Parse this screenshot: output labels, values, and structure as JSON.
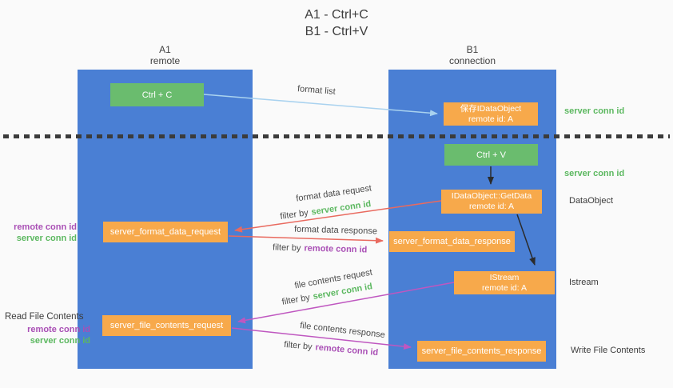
{
  "title": {
    "line1": "A1 - Ctrl+C",
    "line2": "B1 - Ctrl+V"
  },
  "lanes": {
    "a1": {
      "name": "A1",
      "role": "remote"
    },
    "b1": {
      "name": "B1",
      "role": "connection"
    }
  },
  "nodes": {
    "ctrl_c": {
      "label": "Ctrl + C"
    },
    "ctrl_v": {
      "label": "Ctrl + V"
    },
    "save_idataobject": {
      "line1": "保存IDataObject",
      "line2": "remote id: A"
    },
    "getdata": {
      "line1": "IDataObject::GetData",
      "line2": "remote id: A"
    },
    "istream": {
      "line1": "IStream",
      "line2": "remote id: A"
    },
    "format_request": {
      "label": "server_format_data_request"
    },
    "format_response": {
      "label": "server_format_data_response"
    },
    "file_request": {
      "label": "server_file_contents_request"
    },
    "file_response": {
      "label": "server_file_contents_response"
    }
  },
  "arrow_labels": {
    "format_list": "format list",
    "format_data_request": "format data request",
    "format_data_request_filter": {
      "prefix": "filter by",
      "key": "server conn id"
    },
    "format_data_response": "format data response",
    "format_data_response_filter": {
      "prefix": "filter by",
      "key": "remote conn id"
    },
    "file_contents_request": "file contents request",
    "file_contents_request_filter": {
      "prefix": "filter by",
      "key": "server conn id"
    },
    "file_contents_response": "file contents response",
    "file_contents_response_filter": {
      "prefix": "filter by",
      "key": "remote conn id"
    }
  },
  "side_labels": {
    "server_conn_id_top": "server conn id",
    "server_conn_id_mid": "server conn id",
    "dataobject": "DataObject",
    "istream": "Istream",
    "write_file_contents": "Write File Contents",
    "read_file_contents": "Read File Contents",
    "mid_left": {
      "remote": "remote conn id",
      "server": "server conn id"
    },
    "bottom_left": {
      "remote": "remote conn id",
      "server": "server conn id"
    }
  },
  "colors": {
    "lane_blue": "#4a7fd4",
    "node_green": "#6abc6e",
    "node_orange": "#f7a94b",
    "conn_id_green": "#5cb860",
    "conn_id_purple": "#a94fb5",
    "arrow_red": "#e96a5f",
    "arrow_magenta": "#bf57c0",
    "arrow_light_blue": "#a9d2ef",
    "arrow_black": "#2b2b2b"
  }
}
